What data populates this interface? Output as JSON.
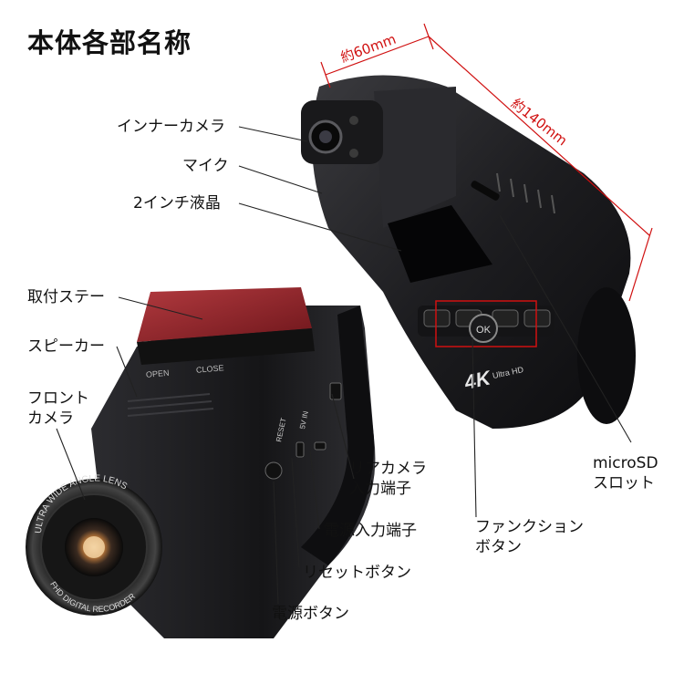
{
  "title": "本体各部名称",
  "dimensions": {
    "width": "約60mm",
    "length": "約140mm"
  },
  "labels": {
    "inner_camera": "インナーカメラ",
    "mic": "マイク",
    "lcd": "2インチ液晶",
    "mount_stay": "取付ステー",
    "speaker": "スピーカー",
    "front_camera": "フロント\nカメラ",
    "rear_camera_input": "リアカメラ\n入力端子",
    "power_input": "電源入力端子",
    "reset_button": "リセットボタン",
    "power_button": "電源ボタン",
    "function_buttons": "ファンクション\nボタン",
    "microsd_slot": "microSD\nスロット"
  },
  "device_markings": {
    "open": "OPEN",
    "close": "CLOSE",
    "lens_ring": "ULTRA WIDE ANGLE LENS",
    "lens_ring_bottom": "FHD DIGITAL RECORDER",
    "reset": "RESET",
    "power_in": "5V IN",
    "ok": "OK",
    "badge_4k": "4K",
    "badge_ultra": "Ultra HD"
  },
  "colors": {
    "dimension_line": "#d01010",
    "leader_line": "#222222",
    "body": "#1b1b1d",
    "mount_pad": "#8a1f24"
  }
}
